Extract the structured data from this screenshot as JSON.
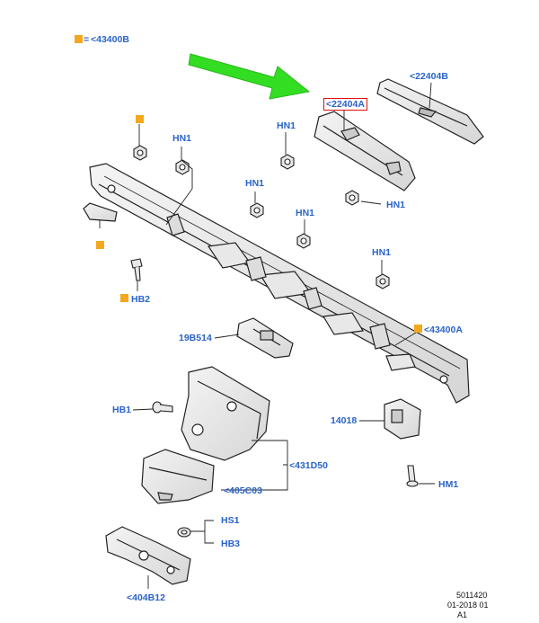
{
  "legend": {
    "equals": "=",
    "ref": "<43400B"
  },
  "callouts": {
    "c22404B": "<22404B",
    "c22404A": "<22404A",
    "hn1_a": "HN1",
    "hn1_b": "HN1",
    "hn1_c": "HN1",
    "hn1_d": "HN1",
    "hn1_e": "HN1",
    "hn1_f": "HN1",
    "hb2": "HB2",
    "c43400A": "<43400A",
    "c19B514": "19B514",
    "hb1": "HB1",
    "c431D50": "<431D50",
    "c14018": "14018",
    "c405C03": "<405C03",
    "hm1": "HM1",
    "hs1": "HS1",
    "hb3": "HB3",
    "c404B12": "<404B12"
  },
  "footer": {
    "line1": "5011420",
    "line2": "01-2018 01",
    "line3": "A1"
  },
  "colors": {
    "callout_text": "#2a63c9",
    "marker": "#f4a81d",
    "highlight_box": "#e01010",
    "arrow": "#33dd22",
    "line": "#222222"
  }
}
